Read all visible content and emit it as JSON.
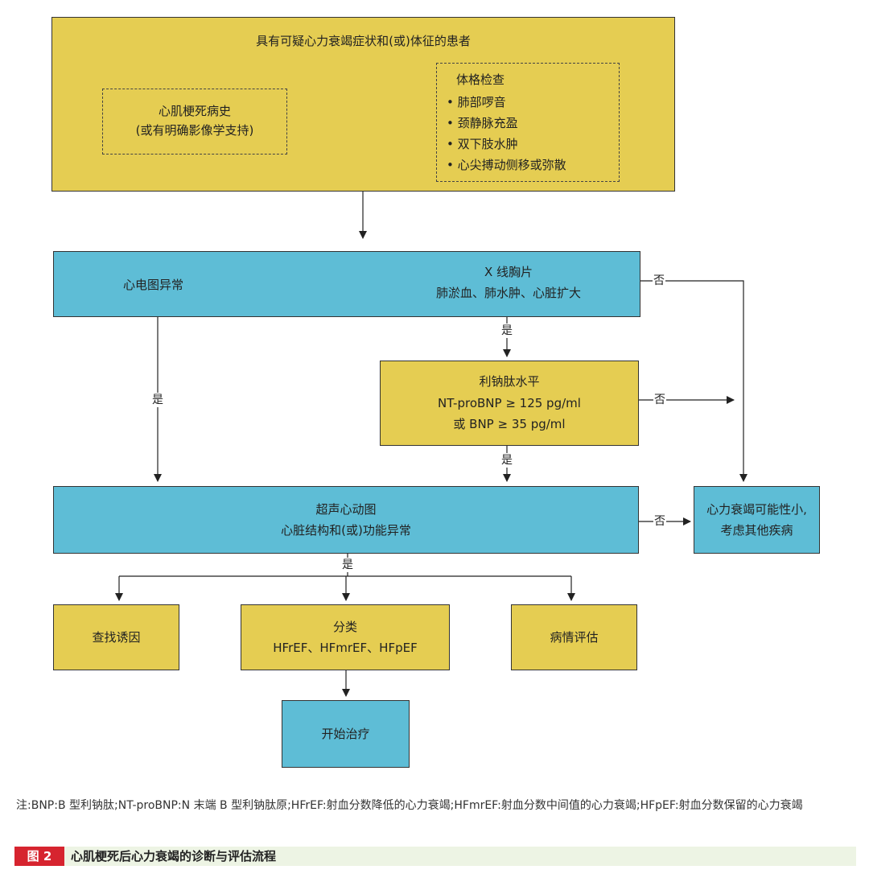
{
  "top_box": {
    "title": "具有可疑心力衰竭症状和(或)体征的患者",
    "history": [
      "心肌梗死病史",
      "(或有明确影像学支持)"
    ],
    "exam_title": "体格检查",
    "exam_items": [
      "• 肺部啰音",
      "• 颈静脉充盈",
      "• 双下肢水肿",
      "• 心尖搏动侧移或弥散"
    ]
  },
  "ecg_xray_box": {
    "ecg": "心电图异常",
    "xray_title": "X 线胸片",
    "xray_detail": "肺淤血、肺水肿、心脏扩大"
  },
  "bnp_box": {
    "title": "利钠肽水平",
    "line1": "NT-proBNP ≥ 125 pg/ml",
    "line2": "或 BNP ≥ 35 pg/ml"
  },
  "echo_box": {
    "title": "超声心动图",
    "detail": "心脏结构和(或)功能异常"
  },
  "unlikely_box": [
    "心力衰竭可能性小,",
    "考虑其他疾病"
  ],
  "cause_box": "查找诱因",
  "classify_box": {
    "title": "分类",
    "detail": "HFrEF、HFmrEF、HFpEF"
  },
  "assess_box": "病情评估",
  "treat_box": "开始治疗",
  "labels": {
    "yes": "是",
    "no": "否"
  },
  "note": "注:BNP:B 型利钠肽;NT-proBNP:N 末端 B 型利钠肽原;HFrEF:射血分数降低的心力衰竭;HFmrEF:射血分数中间值的心力衰竭;HFpEF:射血分数保留的心力衰竭",
  "figure": {
    "badge": "图 2",
    "title": "心肌梗死后心力衰竭的诊断与评估流程"
  },
  "colors": {
    "yellow": "#e5cd52",
    "blue": "#5ebdd6",
    "badge_red": "#d6242f",
    "caption_bg": "#edf4e4"
  }
}
